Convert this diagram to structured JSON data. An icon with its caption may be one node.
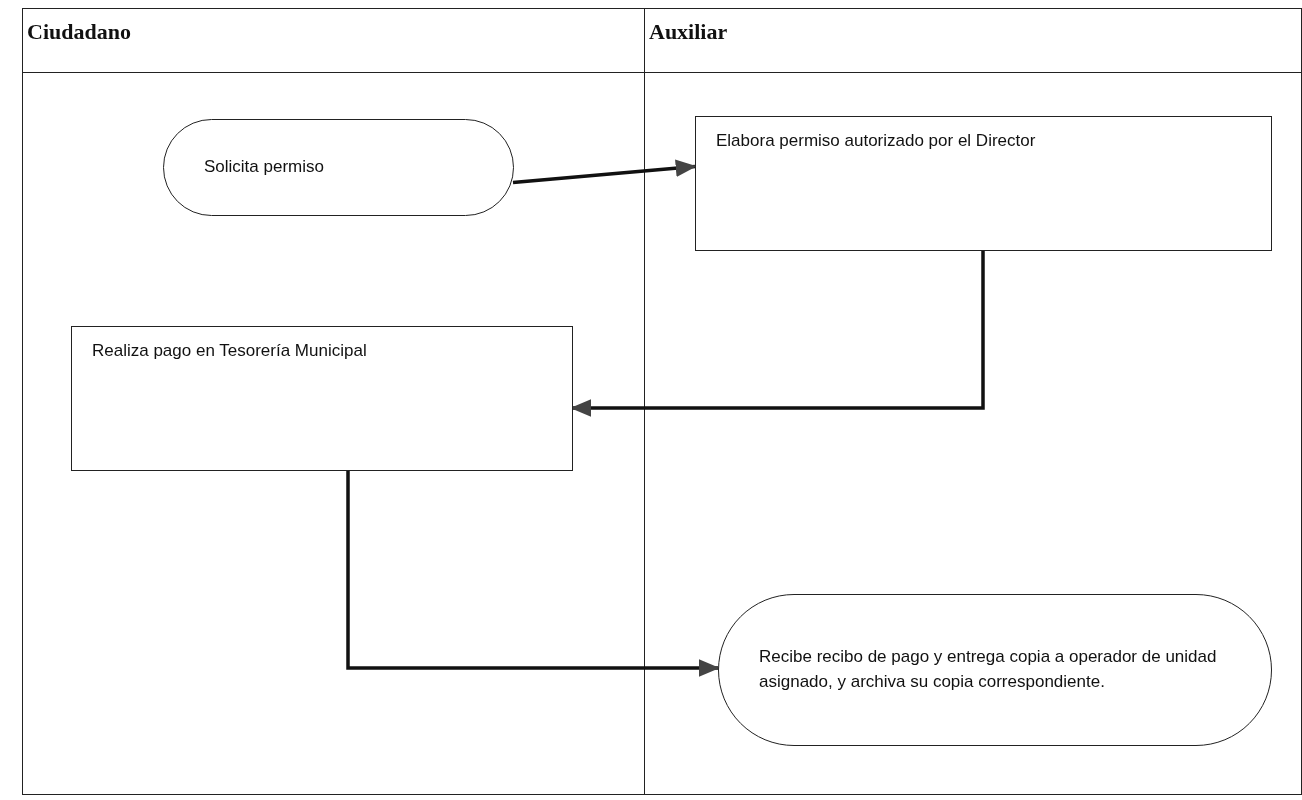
{
  "diagram": {
    "nodes": [
      {
        "text": [
          "Ciudadano"
        ]
      },
      {
        "text": [
          "Auxiliar"
        ]
      },
      {
        "text": [
          "Solicita permiso"
        ],
        "in": 0
      },
      {
        "text": [
          "Elabora permiso autorizado por el Director"
        ],
        "in": 1
      },
      {
        "text": [
          "Realiza pago en Tesorería Municipal"
        ],
        "in": 0
      },
      {
        "text": [
          "Recibe recibo de pago y entrega copia a operador de unidad asignado, y archiva su copia correspondiente."
        ],
        "in": 1
      }
    ],
    "edges": [
      {
        "from": 2,
        "to": 3,
        "arrow": "to"
      },
      {
        "from": 3,
        "to": 4,
        "arrow": "to"
      },
      {
        "from": 4,
        "to": 5,
        "arrow": "to"
      }
    ]
  }
}
